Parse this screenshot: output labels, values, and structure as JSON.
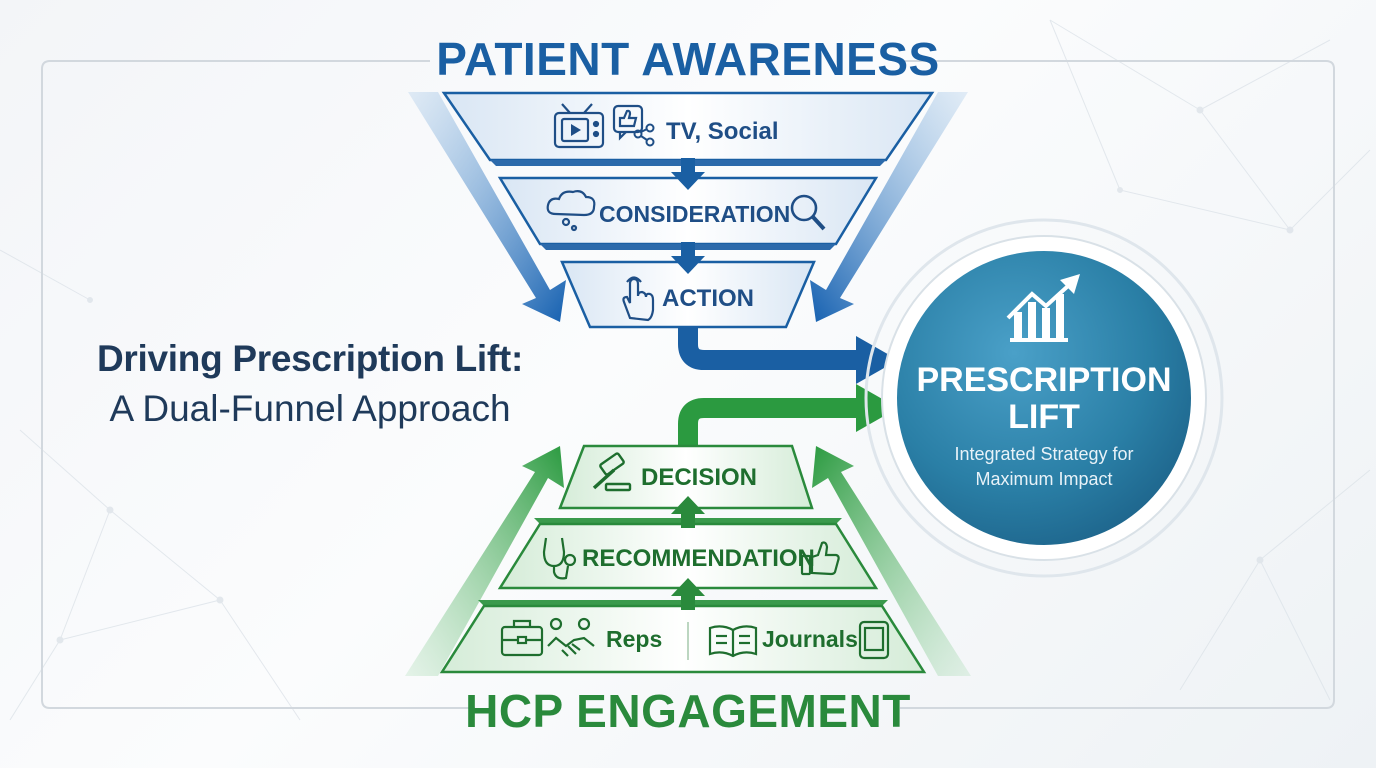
{
  "title_top": "PATIENT AWARENESS",
  "title_bottom": "HCP ENGAGEMENT",
  "heading": {
    "line1": "Driving Prescription Lift:",
    "line2": "A Dual-Funnel Approach"
  },
  "patient_funnel": {
    "stage1": "TV, Social",
    "stage2": "CONSIDERATION",
    "stage3": "ACTION"
  },
  "hcp_funnel": {
    "stage1": "DECISION",
    "stage2": "RECOMMENDATION",
    "stage3_left": "Reps",
    "stage3_right": "Journals"
  },
  "result": {
    "title_line1": "PRESCRIPTION",
    "title_line2": "LIFT",
    "subtitle_line1": "Integrated Strategy for",
    "subtitle_line2": "Maximum Impact"
  },
  "icons": {
    "tv": "tv-icon",
    "like": "thumbs-up-icon",
    "share": "share-icon",
    "thought": "thought-cloud-icon",
    "search": "magnifier-icon",
    "hand": "pointing-hand-icon",
    "gavel": "gavel-icon",
    "stethoscope": "stethoscope-icon",
    "briefcase": "briefcase-icon",
    "handshake": "handshake-icon",
    "journal": "open-book-icon",
    "tablet": "tablet-icon",
    "chart": "bar-chart-growth-icon"
  },
  "colors": {
    "blue": "#1a5fa3",
    "green": "#2a8a3c",
    "teal": "#2a7fa6"
  }
}
